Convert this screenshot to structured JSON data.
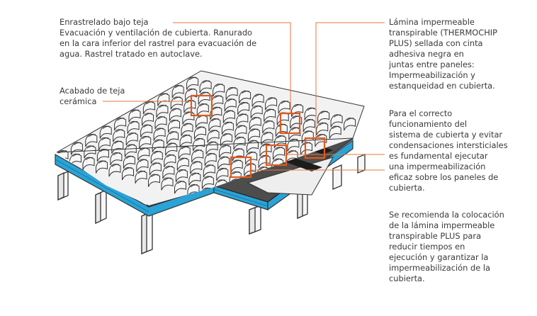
{
  "callouts": {
    "enrastrelado": {
      "lines": [
        "Enrastrelado bajo teja",
        "Evacuación y ventilación de cubierta. Ranurado",
        "en la cara inferior del rastrel para evacuación de",
        "agua. Rastrel tratado en autoclave."
      ]
    },
    "acabado": {
      "lines": [
        "Acabado de teja",
        "cerámica"
      ]
    },
    "lamina": {
      "lines": [
        "Lámina impermeable",
        "transpirable (THERMOCHIP",
        "PLUS) sellada con cinta",
        "adhesiva negra en",
        "juntas entre paneles:",
        "Impermeabilización y",
        "estanqueidad en cubierta."
      ]
    },
    "funcionamiento": {
      "lines": [
        "Para el correcto",
        "funcionamiento del",
        "sistema de cubierta y evitar",
        "condensaciones intersticiales",
        "es fundamental ejecutar",
        "una impermeabilización",
        "eficaz sobre los paneles de",
        "cubierta."
      ]
    },
    "recomendacion": {
      "lines": [
        "Se recomienda la colocación",
        "de la lámina impermeable",
        "transpirable PLUS para",
        "reducir tiempos en",
        "ejecución y garantizar la",
        "impermeabilización de la",
        "cubierta."
      ]
    }
  },
  "colors": {
    "leader_line": "#e8763c",
    "highlight_box": "#e05a1e",
    "membrane": "#4d4d4d",
    "tape": "#1c1c1c",
    "panel_insulation": "#2aa3d6",
    "tile": "#f2f2f2",
    "tile_outline": "#333333",
    "timber": "#f7f7f7"
  }
}
